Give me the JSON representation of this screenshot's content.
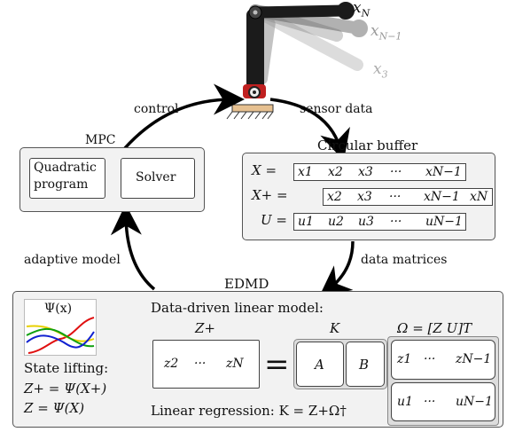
{
  "robot": {
    "label_xN": "xN",
    "label_xN1": "xN−1",
    "label_x3": "x3"
  },
  "arrows": {
    "control": "control",
    "sensor": "sensor data",
    "data_matrices": "data matrices",
    "adaptive": "adaptive model"
  },
  "mpc": {
    "title": "MPC",
    "qp_line1": "Quadratic",
    "qp_line2": "program",
    "solver": "Solver"
  },
  "buffer": {
    "title": "Circular buffer",
    "rows": [
      {
        "lhs": "X =",
        "cells": [
          "x1",
          "x2",
          "x3",
          "···",
          "xN−1"
        ]
      },
      {
        "lhs": "X+ =",
        "cells": [
          "x2",
          "x3",
          "···",
          "xN−1",
          "xN"
        ]
      },
      {
        "lhs": "U =",
        "cells": [
          "u1",
          "u2",
          "u3",
          "···",
          "uN−1"
        ]
      }
    ]
  },
  "edmd": {
    "title": "EDMD",
    "psi_label": "Ψ(x)",
    "state_lifting": "State lifting:",
    "eq1": "Z+ = Ψ(X+)",
    "eq2": "Z = Ψ(X)",
    "model_title": "Data-driven linear model:",
    "zplus_label": "Z+",
    "zplus_cells": [
      "z2",
      "···",
      "zN"
    ],
    "equals": "=",
    "k_label": "K",
    "a": "A",
    "b": "B",
    "omega_label": "Ω = [Z  U]T",
    "omega_top": [
      "z1",
      "···",
      "zN−1"
    ],
    "omega_bottom": [
      "u1",
      "···",
      "uN−1"
    ],
    "regression": "Linear regression:   K = Z+Ω†"
  },
  "colors": {
    "curve_red": "#e01010",
    "curve_blue": "#1020d0",
    "curve_green": "#10a010",
    "curve_yellow": "#e8d000",
    "accent_robot_red": "#c02020"
  }
}
